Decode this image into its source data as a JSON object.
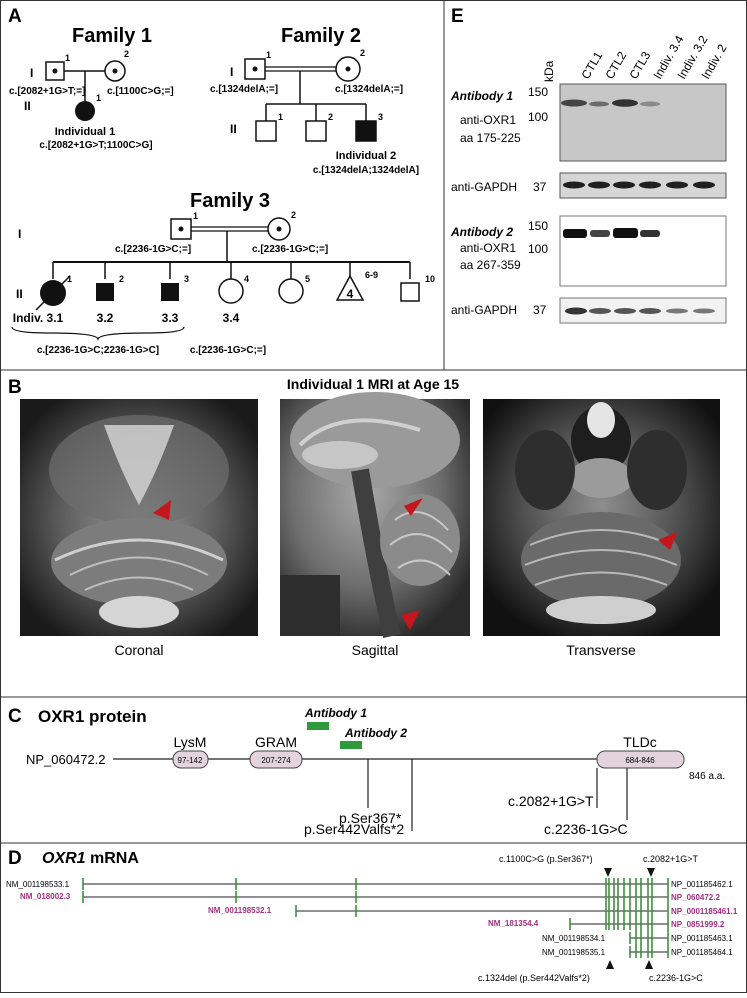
{
  "panel_a": {
    "label": "A",
    "family1": {
      "title": "Family 1",
      "gen_I": "I",
      "gen_II": "II",
      "father_num": "1",
      "mother_num": "2",
      "child_num": "1",
      "father_genotype": "c.[2082+1G>T;=]",
      "mother_genotype": "c.[1100C>G;=]",
      "child_name": "Individual 1",
      "child_genotype": "c.[2082+1G>T;1100C>G]"
    },
    "family2": {
      "title": "Family 2",
      "gen_I": "I",
      "gen_II": "II",
      "father_num": "1",
      "mother_num": "2",
      "child_nums": [
        "1",
        "2",
        "3"
      ],
      "father_genotype": "c.[1324delA;=]",
      "mother_genotype": "c.[1324delA;=]",
      "child_name": "Individual 2",
      "child_genotype": "c.[1324delA;1324delA]"
    },
    "family3": {
      "title": "Family 3",
      "gen_I": "I",
      "gen_II": "II",
      "father_num": "1",
      "mother_num": "2",
      "child_nums": [
        "1",
        "2",
        "3",
        "4",
        "5",
        "6-9",
        "10"
      ],
      "group_count": "4",
      "father_genotype": "c.[2236-1G>C;=]",
      "mother_genotype": "c.[2236-1G>C;=]",
      "child_names": [
        "Indiv. 3.1",
        "3.2",
        "3.3",
        "3.4"
      ],
      "affected_genotype": "c.[2236-1G>C;2236-1G>C]",
      "carrier_genotype": "c.[2236-1G>C;=]"
    }
  },
  "panel_e": {
    "label": "E",
    "kda_label": "kDa",
    "lanes": [
      "CTL1",
      "CTL2",
      "CTL3",
      "Indiv. 3.4",
      "Indiv. 3.2",
      "Indiv. 2"
    ],
    "antibody1": {
      "name": "Antibody 1",
      "target": "anti-OXR1",
      "range": "aa 175-225"
    },
    "antibody2": {
      "name": "Antibody 2",
      "target": "anti-OXR1",
      "range": "aa 267-359"
    },
    "markers": [
      "150",
      "100"
    ],
    "gapdh_label": "anti-GAPDH",
    "gapdh_marker": "37"
  },
  "panel_b": {
    "label": "B",
    "title": "Individual 1 MRI at Age 15",
    "views": [
      "Coronal",
      "Sagittal",
      "Transverse"
    ]
  },
  "panel_c": {
    "label": "C",
    "title": "OXR1 protein",
    "accession": "NP_060472.2",
    "domains": [
      {
        "name": "LysM",
        "range": "97-142"
      },
      {
        "name": "GRAM",
        "range": "207-274"
      },
      {
        "name": "TLDc",
        "range": "684-846"
      }
    ],
    "length": "846 a.a.",
    "antibody1": "Antibody 1",
    "antibody2": "Antibody 2",
    "variants": [
      "p.Ser367*",
      "p.Ser442Valfs*2",
      "c.2082+1G>T",
      "c.2236-1G>C"
    ]
  },
  "panel_d": {
    "label": "D",
    "title_gene": "OXR1",
    "title_rest": " mRNA",
    "top_variants": [
      "c.1100C>G (p.Ser367*)",
      "c.2082+1G>T"
    ],
    "bottom_variants": [
      "c.1324del (p.Ser442Valfs*2)",
      "c.2236-1G>C"
    ],
    "left_ids": [
      "NM_001198533.1",
      "NM_018002.3",
      "NM_001198532.1",
      "NM_181354.4",
      "NM_001198534.1",
      "NM_001198535.1"
    ],
    "right_ids": [
      "NP_001185462.1",
      "NP_060472.2",
      "NP_0001185461.1",
      "NP_0851999.2",
      "NP_001185463.1",
      "NP_001185464.1"
    ],
    "highlight_color": "#a0307e",
    "exon_color": "#3f8f3f"
  },
  "colors": {
    "arrow": "#c4161c",
    "domain_fill": "#e3d4dc",
    "antibody_bar": "#2e9a3a"
  }
}
